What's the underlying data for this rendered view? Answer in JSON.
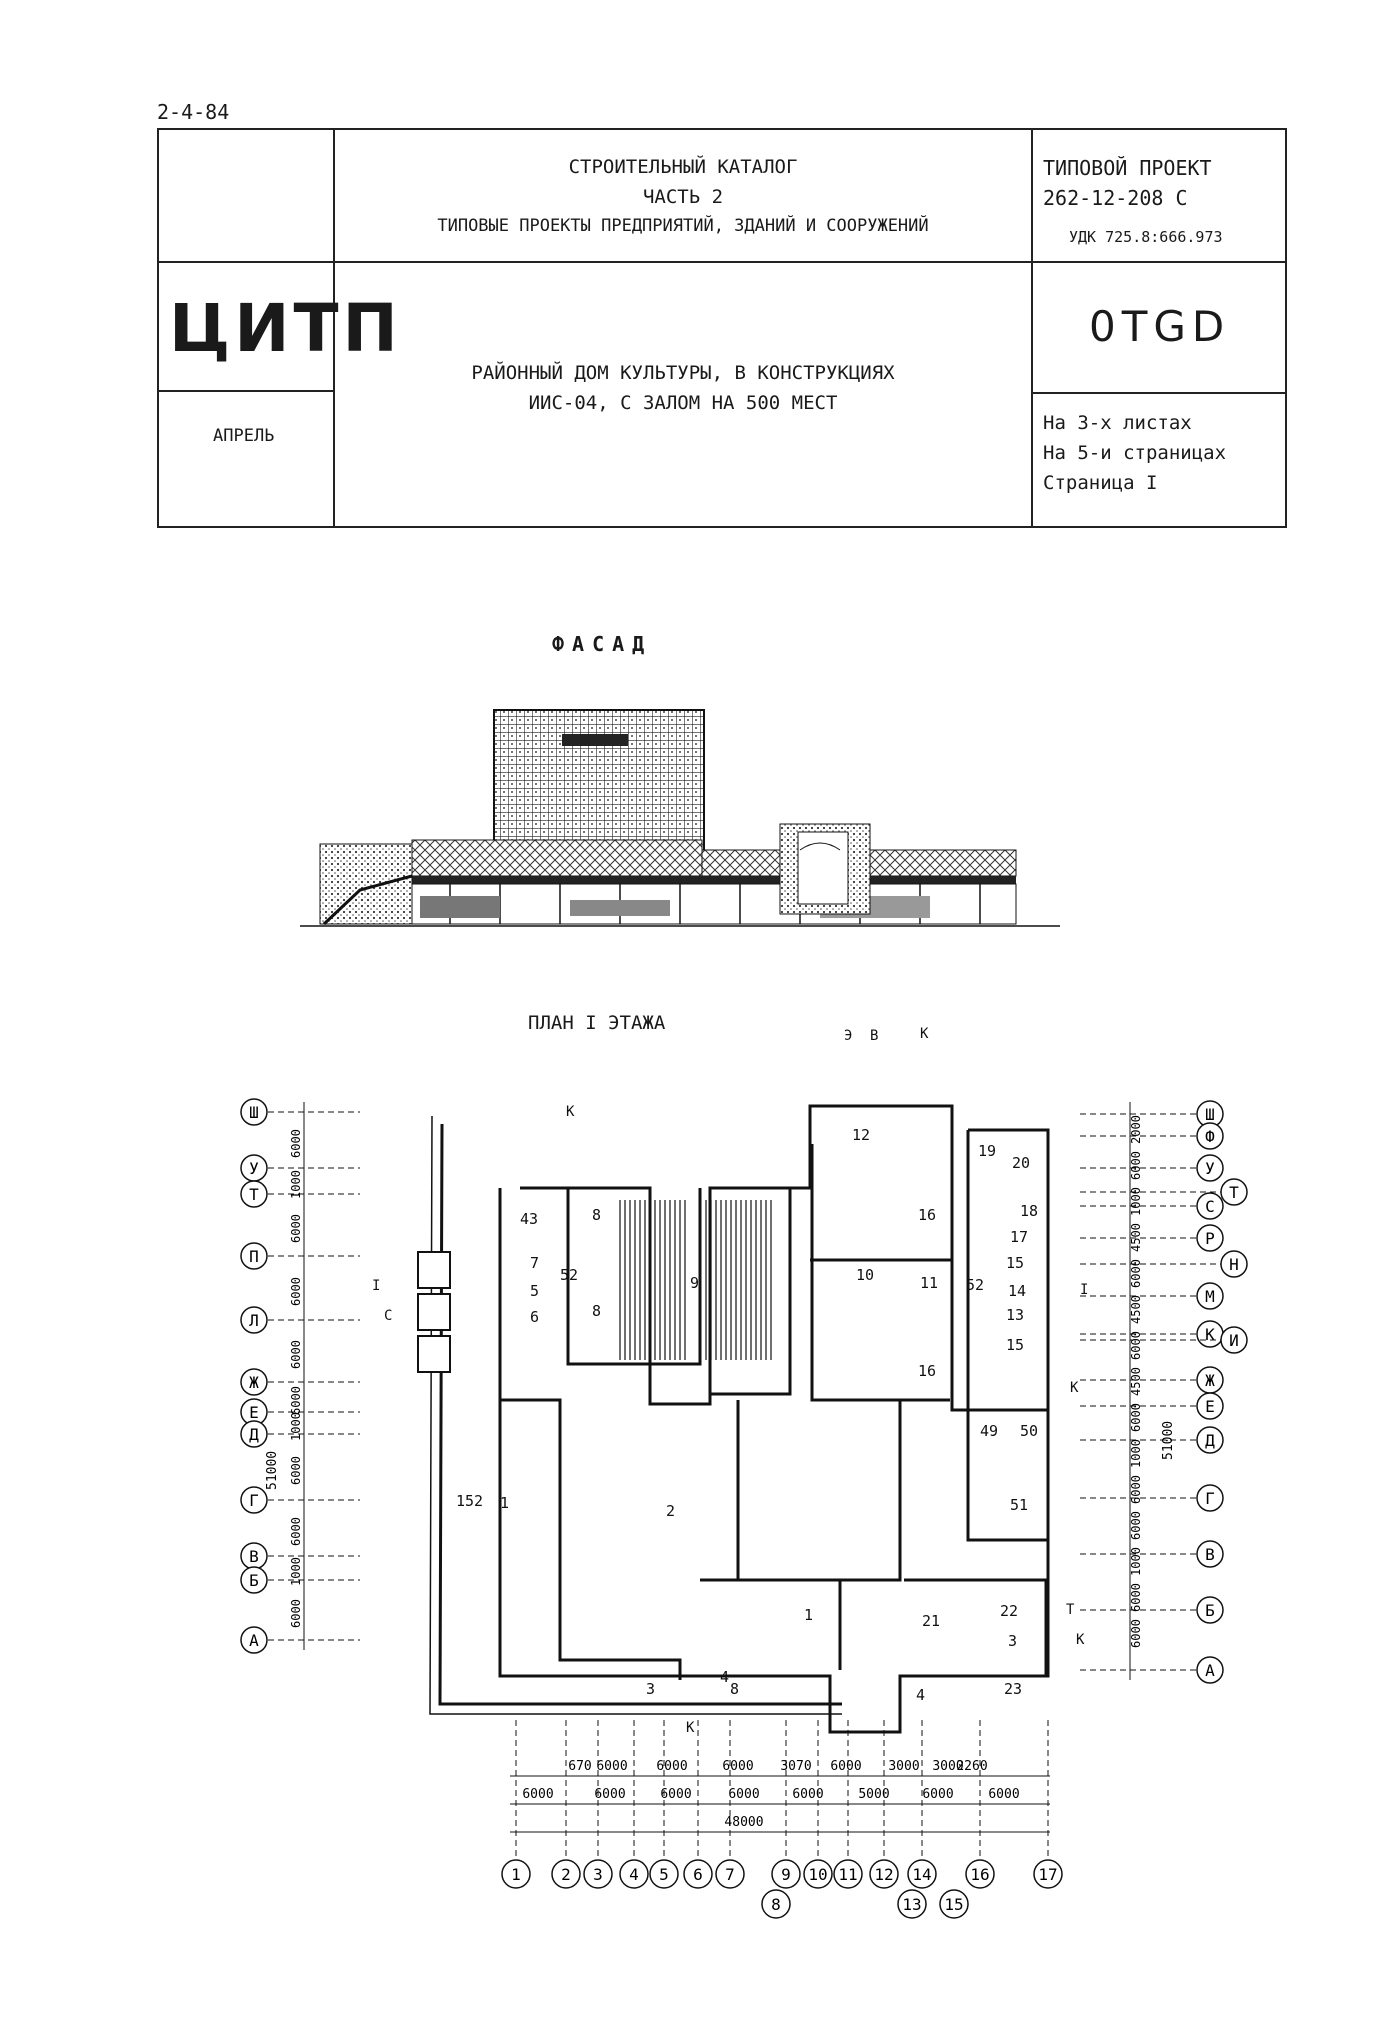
{
  "doc_code": "2-4-84",
  "header": {
    "catalog_line1": "СТРОИТЕЛЬНЫЙ КАТАЛОГ",
    "catalog_line2": "ЧАСТЬ 2",
    "catalog_line3": "ТИПОВЫЕ ПРОЕКТЫ ПРЕДПРИЯТИЙ, ЗДАНИЙ И СООРУЖЕНИЙ",
    "project_label": "ТИПОВОЙ ПРОЕКТ",
    "project_number": "262-12-208 С",
    "udk": "УДК 725.8:666.973",
    "org": "ЦИТП",
    "month": "АПРЕЛЬ",
    "title_line1": "РАЙОННЫЙ ДОМ КУЛЬТУРЫ, В КОНСТРУКЦИЯХ",
    "title_line2": "ИИС-04, С ЗАЛОМ НА 500 МЕСТ",
    "code": "0TGD",
    "sheets": "На 3-х листах",
    "pages": "На 5-и страницах",
    "page": "Страница I"
  },
  "facade_title": "ФАСАД",
  "plan_title": "ПЛАН I ЭТАЖА",
  "plan": {
    "axes_left": [
      "Ш",
      "У",
      "Т",
      "П",
      "Л",
      "Ж",
      "Е",
      "Д",
      "Г",
      "В",
      "Б",
      "А"
    ],
    "axes_right": [
      "Ш",
      "Ф",
      "У",
      "Т",
      "С",
      "Р",
      "Н",
      "М",
      "К",
      "И",
      "Ж",
      "Е",
      "Д",
      "Г",
      "В",
      "Б",
      "А"
    ],
    "dims_left": [
      "6000",
      "1000",
      "6000",
      "6000",
      "6000",
      "6000",
      "1000",
      "6000",
      "6000",
      "1000",
      "6000",
      "6000"
    ],
    "dims_left_total": "51000",
    "dims_right": [
      "2000",
      "6000",
      "1000",
      "4500",
      "6000",
      "4500",
      "6000",
      "4500",
      "6000",
      "1000",
      "6000",
      "6000",
      "1000",
      "6000",
      "6000"
    ],
    "dims_right_total": "51000",
    "axes_bottom_top": [
      "1",
      "2",
      "3",
      "4",
      "5",
      "6",
      "7",
      "9",
      "10",
      "11",
      "12",
      "14",
      "16",
      "17"
    ],
    "axes_bottom_low": [
      "8",
      "13",
      "15"
    ],
    "dims_bottom_row1": [
      "670",
      "6000",
      "6000",
      "6000",
      "3070",
      "6000",
      "3000",
      "3000",
      "2260"
    ],
    "dims_bottom_row2": [
      "6000",
      "6000",
      "6000",
      "6000",
      "6000",
      "5000",
      "6000",
      "6000"
    ],
    "dims_bottom_total": "48000",
    "rooms": [
      "43",
      "7",
      "5",
      "6",
      "8",
      "8",
      "9",
      "52",
      "10",
      "11",
      "12",
      "16",
      "16",
      "19",
      "20",
      "18",
      "17",
      "15",
      "14",
      "13",
      "15",
      "52",
      "49",
      "50",
      "51",
      "1",
      "2",
      "1",
      "21",
      "22",
      "3",
      "23",
      "3",
      "4",
      "8",
      "4",
      "152"
    ],
    "markers": [
      "К",
      "К",
      "К",
      "К",
      "К",
      "С",
      "Т",
      "I",
      "I",
      "Э",
      "В"
    ]
  }
}
